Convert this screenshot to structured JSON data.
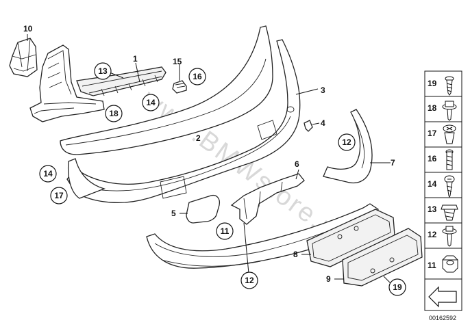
{
  "diagram": {
    "watermark": "www.BMWstore.pl",
    "reference_number": "00162592",
    "callouts": {
      "c10": "10",
      "c1": "1",
      "c13": "13",
      "c15": "15",
      "c16": "16",
      "c18": "18",
      "c14a": "14",
      "c3": "3",
      "c2": "2",
      "c4": "4",
      "c12a": "12",
      "c7": "7",
      "c6": "6",
      "c14b": "14",
      "c17": "17",
      "c5": "5",
      "c11": "11",
      "c8": "8",
      "c9": "9",
      "c12b": "12",
      "c19": "19"
    },
    "fastener_legend": [
      {
        "number": "19",
        "icon": "screw-icon"
      },
      {
        "number": "18",
        "icon": "collar-screw-icon"
      },
      {
        "number": "17",
        "icon": "expanding-rivet-icon"
      },
      {
        "number": "16",
        "icon": "bolt-icon"
      },
      {
        "number": "14",
        "icon": "self-tapping-screw-icon"
      },
      {
        "number": "13",
        "icon": "clip-nut-icon"
      },
      {
        "number": "12",
        "icon": "washer-screw-icon"
      },
      {
        "number": "11",
        "icon": "hex-nut-icon"
      }
    ]
  }
}
